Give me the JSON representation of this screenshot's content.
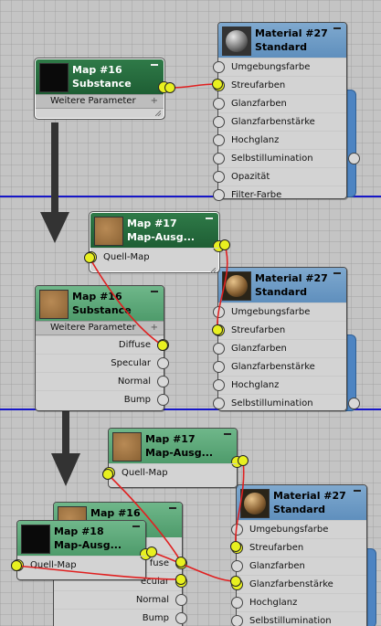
{
  "panel1": {
    "map16": {
      "title_line1": "Map #16",
      "title_line2": "Substance",
      "subbar": "Weitere Parameter"
    },
    "material27": {
      "title_line1": "Material #27",
      "title_line2": "Standard",
      "slots": [
        "Umgebungsfarbe",
        "Streufarben",
        "Glanzfarben",
        "Glanzfarbenstärke",
        "Hochglanz",
        "Selbstillumination",
        "Opazität",
        "Filter-Farbe"
      ]
    }
  },
  "panel2": {
    "map17": {
      "title_line1": "Map #17",
      "title_line2": "Map-Ausg...",
      "slot": "Quell-Map"
    },
    "map16": {
      "title_line1": "Map #16",
      "title_line2": "Substance",
      "subbar": "Weitere Parameter",
      "outputs": [
        "Diffuse",
        "Specular",
        "Normal",
        "Bump"
      ]
    },
    "material27": {
      "title_line1": "Material #27",
      "title_line2": "Standard",
      "slots": [
        "Umgebungsfarbe",
        "Streufarben",
        "Glanzfarben",
        "Glanzfarbenstärke",
        "Hochglanz",
        "Selbstillumination"
      ]
    }
  },
  "panel3": {
    "map17": {
      "title_line1": "Map #17",
      "title_line2": "Map-Ausg...",
      "slot": "Quell-Map"
    },
    "map16": {
      "title_line1": "Map #16",
      "outputs_partial": [
        "fuse",
        "ecular"
      ],
      "outputs": [
        "Normal",
        "Bump"
      ]
    },
    "map18": {
      "title_line1": "Map #18",
      "title_line2": "Map-Ausg...",
      "slot": "Quell-Map"
    },
    "material27": {
      "title_line1": "Material #27",
      "title_line2": "Standard",
      "slots": [
        "Umgebungsfarbe",
        "Streufarben",
        "Glanzfarben",
        "Glanzfarbenstärke",
        "Hochglanz",
        "Selbstillumination"
      ]
    }
  },
  "colors": {
    "divider": "#1717c8",
    "wire": "#e02020",
    "slot_active": "#e8f020",
    "node_blue": "#5f8fbd",
    "node_green": "#4e9b6b"
  }
}
